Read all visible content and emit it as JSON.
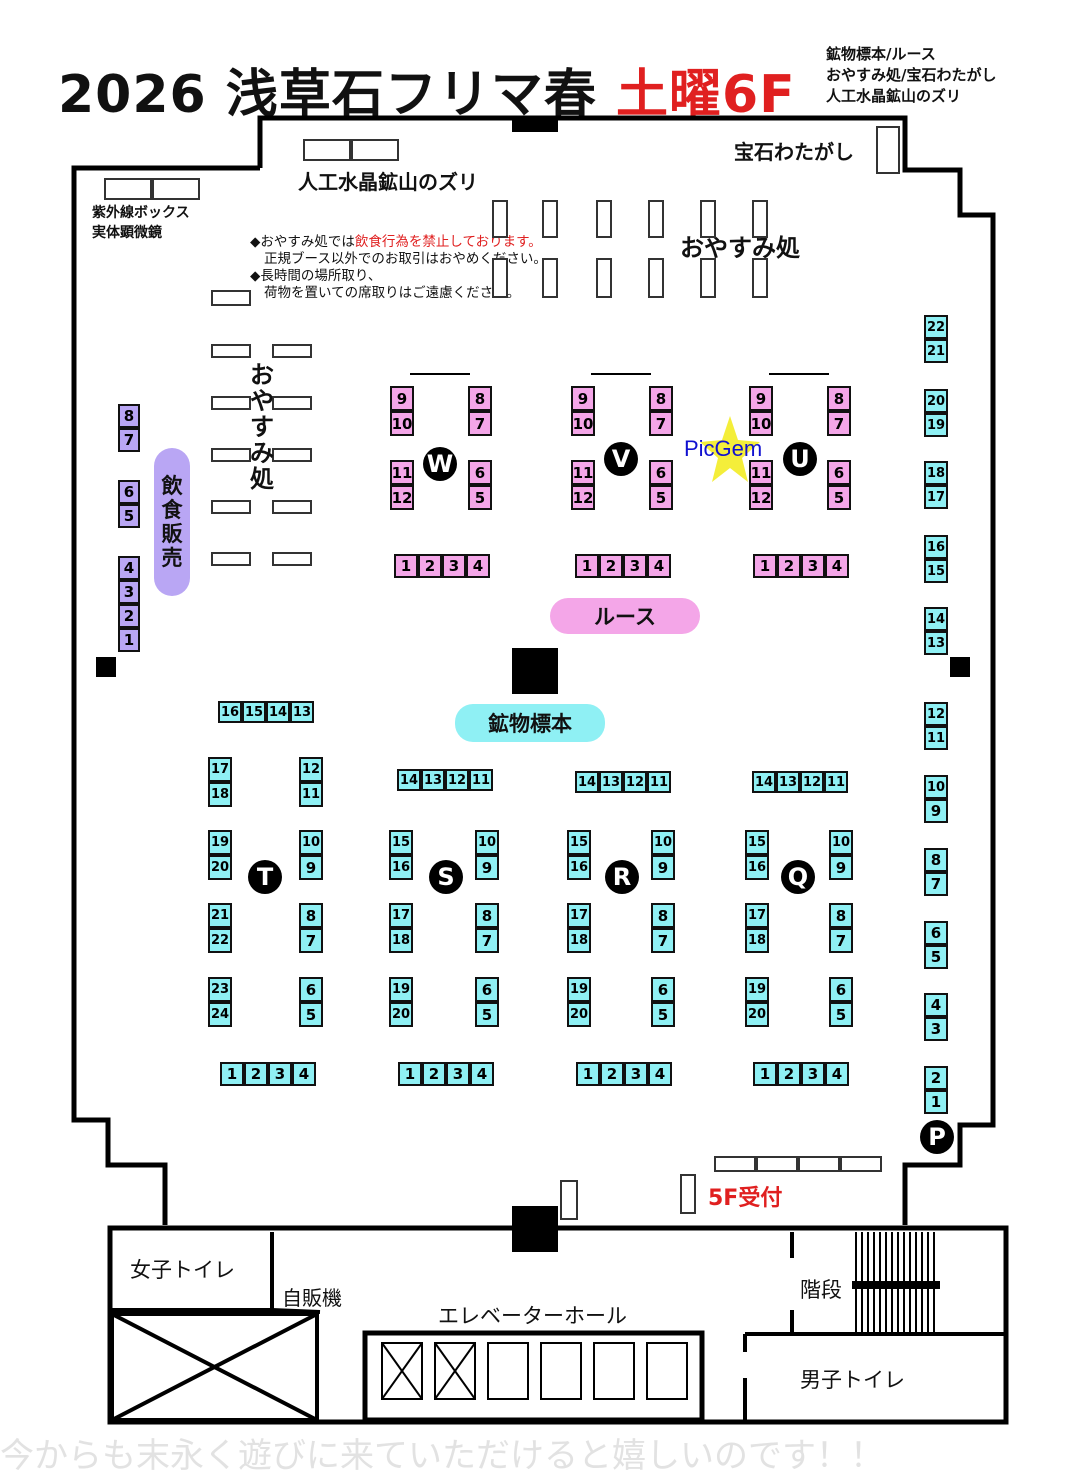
{
  "header": {
    "title": "2026 浅草石フリマ春",
    "title_highlight": "土曜6F",
    "title_color": "#e02020",
    "subhead": [
      "鉱物標本/ルース",
      "おやすみ処/宝石わたがし",
      "人工水晶鉱山のズリ"
    ]
  },
  "areas": {
    "jinko_zuri": "人工水晶鉱山のズリ",
    "houseki_watagashi": "宝石わたがし",
    "shigaisen_box": "紫外線ボックス",
    "jittai_kenbikyo": "実体顕微鏡",
    "oyasumi_top": "おやすみ処",
    "oyasumi_left": [
      "お",
      "や",
      "す",
      "み",
      "処"
    ],
    "inshoku": [
      "飲",
      "食",
      "販",
      "売"
    ],
    "loose": "ルース",
    "kobutsu": "鉱物標本",
    "reception": "5F受付",
    "women_toilet": "女子トイレ",
    "vending": "自販機",
    "elevator_hall": "エレベーターホール",
    "stairs": "階段",
    "men_toilet": "男子トイレ"
  },
  "notice": {
    "bullet": "◆",
    "line1_prefix": "おやすみ処では",
    "line1_red": "飲食行為を禁止しております。",
    "line2": "正規ブース以外でのお取引はおやめください。",
    "line3": "長時間の場所取り、",
    "line4": "荷物を置いての席取りはご遠慮ください。"
  },
  "blocks": {
    "W": "W",
    "V": "V",
    "U": "U",
    "T": "T",
    "S": "S",
    "R": "R",
    "Q": "Q",
    "P": "P"
  },
  "watermark": "PicGem",
  "watermark_color": "#1010d0",
  "star_color": "#f4ee3a",
  "footer": "今からも末永く遊びに来ていただけると嬉しいのです！！",
  "colors": {
    "pink": "#f4a6e8",
    "cyan": "#8ff0f4",
    "purple": "#b9a6f4"
  }
}
